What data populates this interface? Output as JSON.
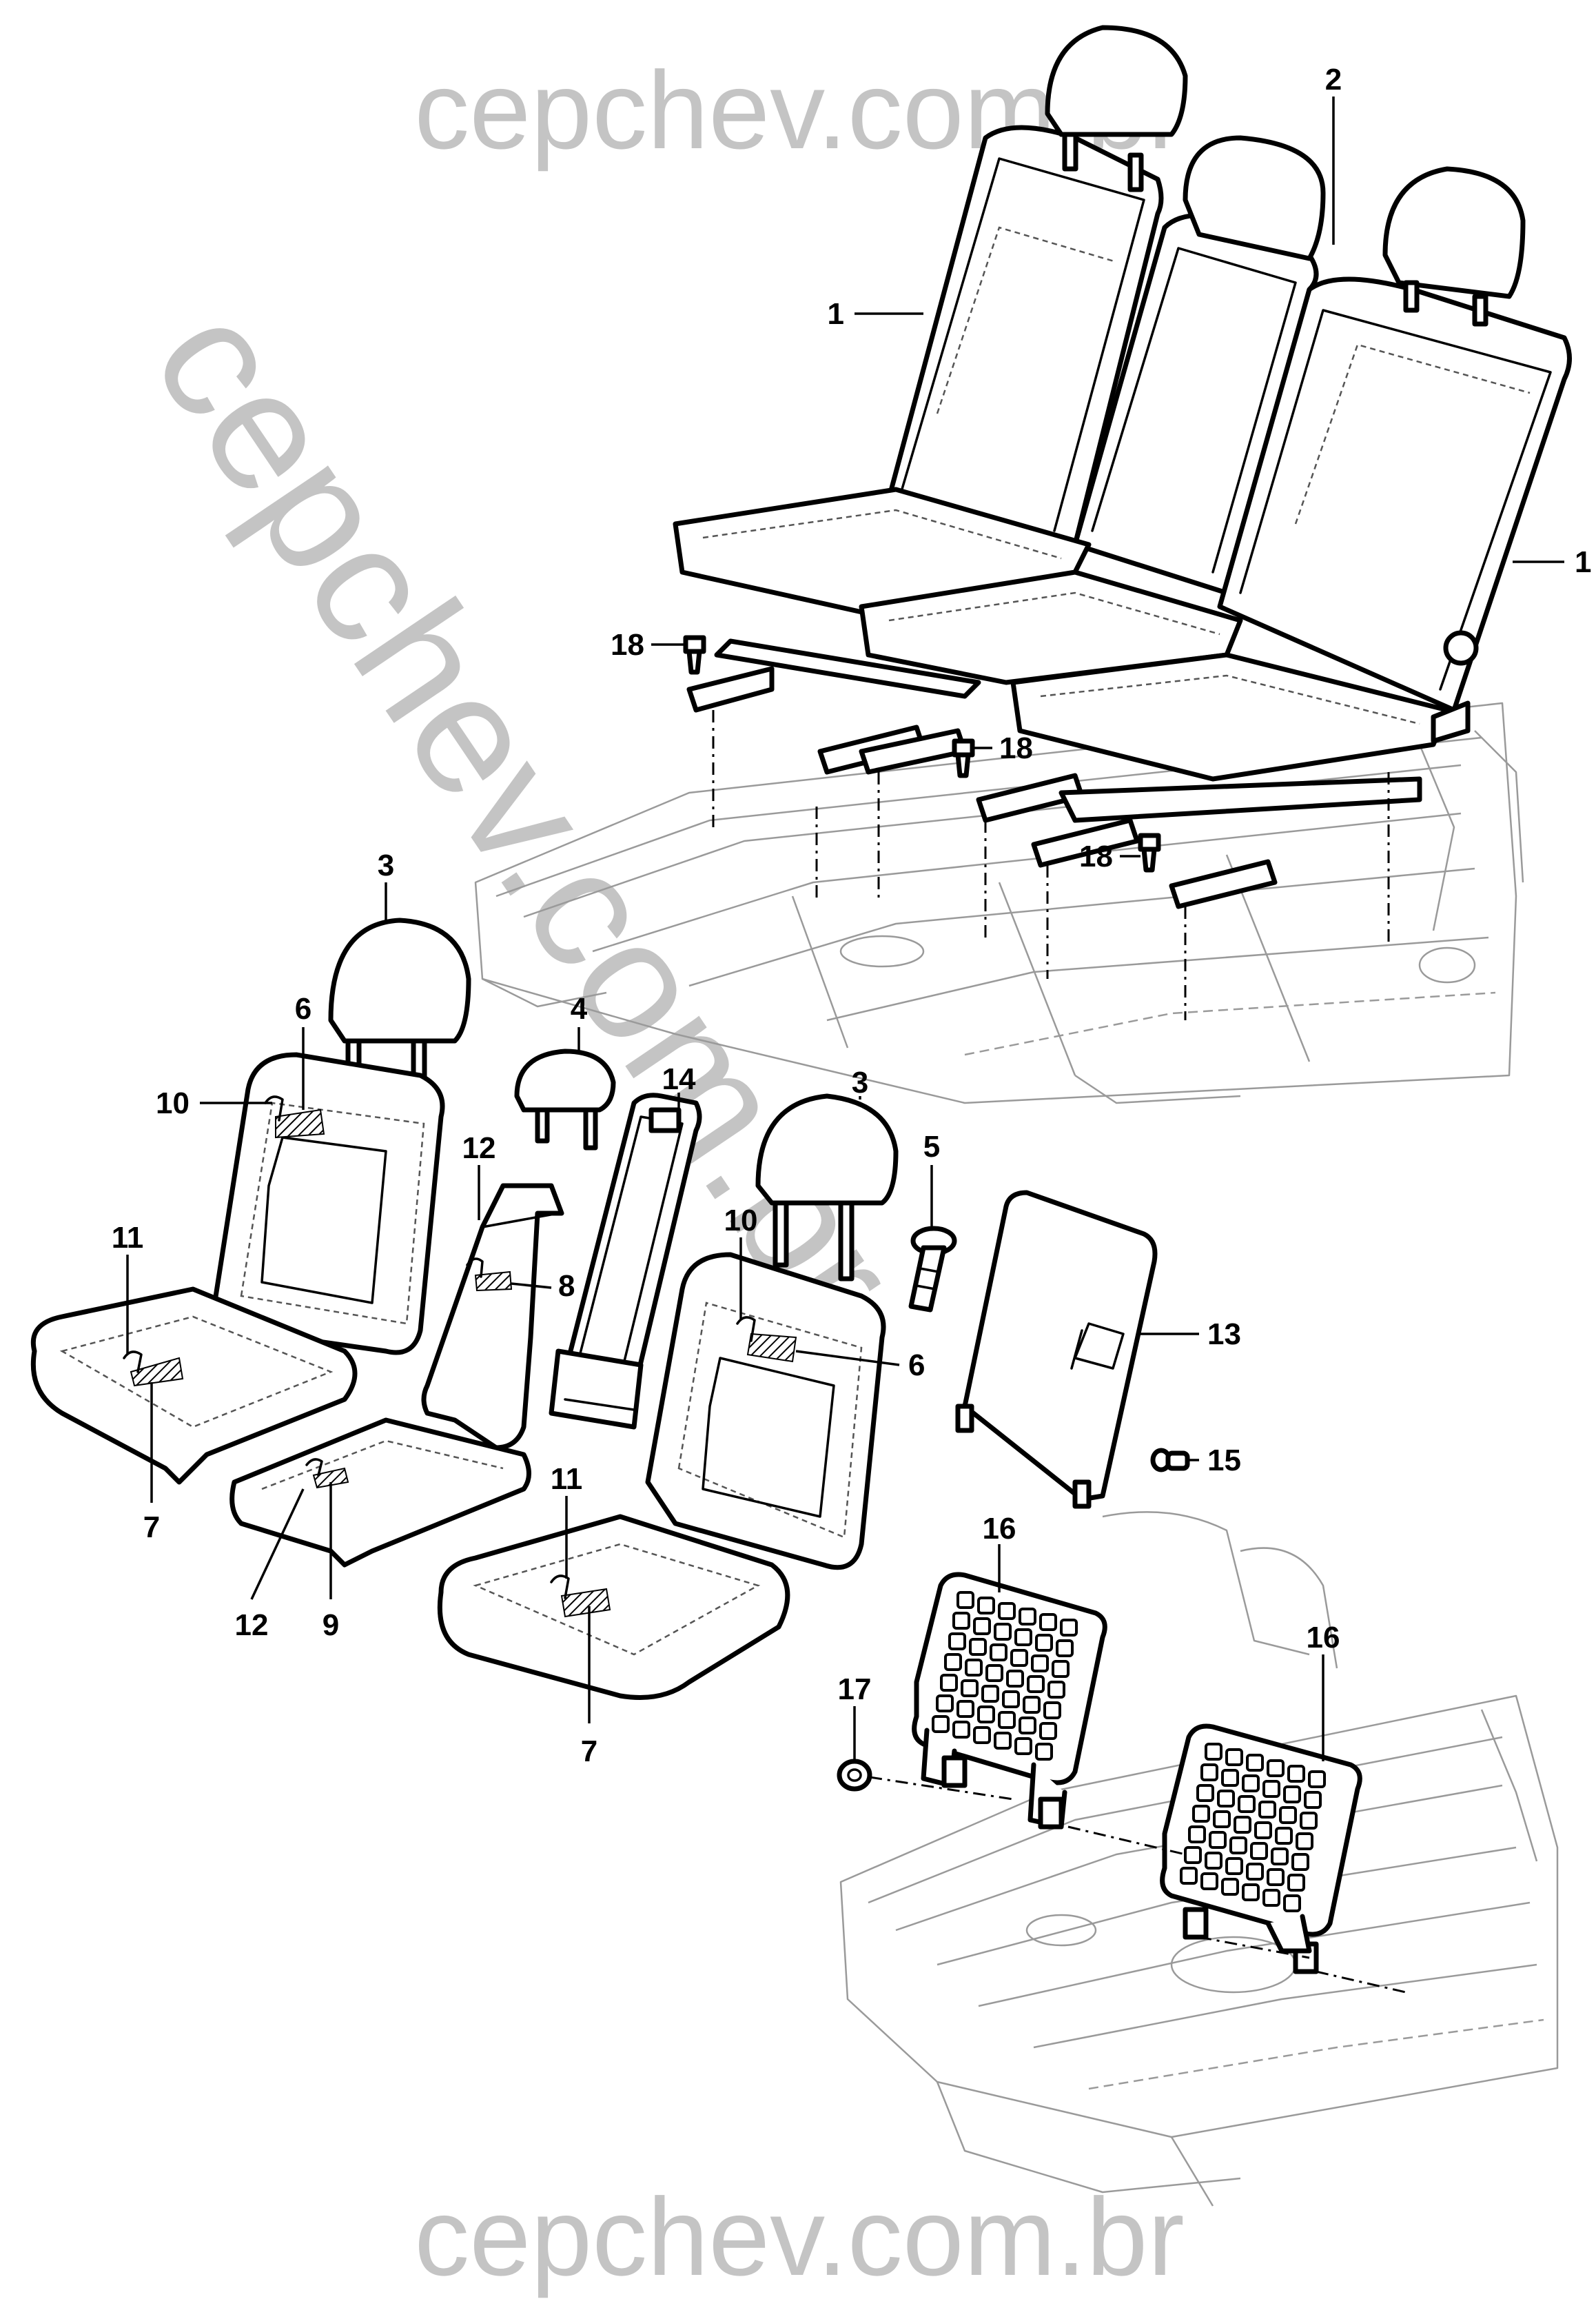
{
  "watermarks": {
    "top": "cepchev.com.br",
    "diagonal": "cepchev.com.br",
    "bottom": "cepchev.com.br"
  },
  "callouts": [
    {
      "id": "c1a",
      "label": "1"
    },
    {
      "id": "c1b",
      "label": "1"
    },
    {
      "id": "c2",
      "label": "2"
    },
    {
      "id": "c3a",
      "label": "3"
    },
    {
      "id": "c3b",
      "label": "3"
    },
    {
      "id": "c4",
      "label": "4"
    },
    {
      "id": "c5",
      "label": "5"
    },
    {
      "id": "c6a",
      "label": "6"
    },
    {
      "id": "c6b",
      "label": "6"
    },
    {
      "id": "c7a",
      "label": "7"
    },
    {
      "id": "c7b",
      "label": "7"
    },
    {
      "id": "c8",
      "label": "8"
    },
    {
      "id": "c9",
      "label": "9"
    },
    {
      "id": "c10a",
      "label": "10"
    },
    {
      "id": "c10b",
      "label": "10"
    },
    {
      "id": "c11a",
      "label": "11"
    },
    {
      "id": "c11b",
      "label": "11"
    },
    {
      "id": "c12a",
      "label": "12"
    },
    {
      "id": "c12b",
      "label": "12"
    },
    {
      "id": "c13",
      "label": "13"
    },
    {
      "id": "c14",
      "label": "14"
    },
    {
      "id": "c15",
      "label": "15"
    },
    {
      "id": "c16a",
      "label": "16"
    },
    {
      "id": "c16b",
      "label": "16"
    },
    {
      "id": "c17",
      "label": "17"
    },
    {
      "id": "c18a",
      "label": "18"
    },
    {
      "id": "c18b",
      "label": "18"
    },
    {
      "id": "c18c",
      "label": "18"
    }
  ]
}
